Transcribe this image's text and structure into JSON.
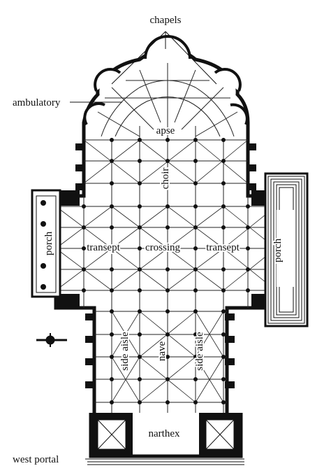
{
  "figure": {
    "labels": {
      "chapels": "chapels",
      "ambulatory": "ambulatory",
      "apse": "apse",
      "choir": "choir",
      "transept_left": "transept",
      "crossing": "crossing",
      "transept_right": "transept",
      "porch_left": "porch",
      "porch_right": "porch",
      "side_aisle_left": "side aisle",
      "nave": "nave",
      "side_aisle_right": "side aisle",
      "narthex": "narthex",
      "west_portal": "west portal"
    }
  }
}
